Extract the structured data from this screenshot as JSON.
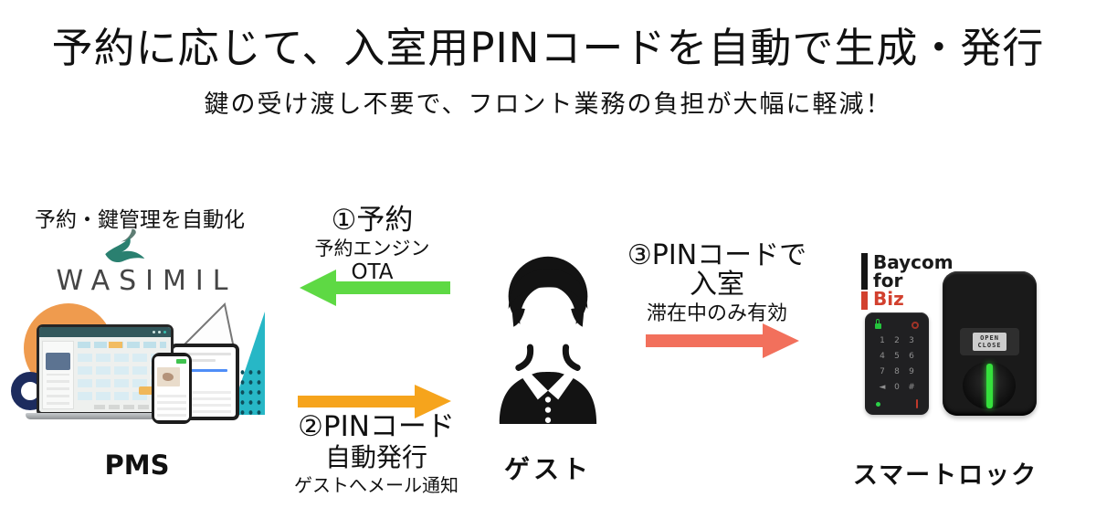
{
  "header": {
    "title": "予約に応じて、入室用PINコードを自動で生成・発行",
    "subtitle": "鍵の受け渡し不要で、フロント業務の負担が大幅に軽減！"
  },
  "pms": {
    "tagline": "予約・鍵管理を自動化",
    "brand": "WASIMIL",
    "label": "PMS"
  },
  "guest": {
    "label": "ゲスト"
  },
  "smartlock": {
    "label": "スマートロック",
    "logo": {
      "line1": "Baycom",
      "line2": "for",
      "line3": "Biz",
      "accent_color": "#d2402e"
    },
    "display": {
      "line1": "OPEN",
      "line2": "CLOSE"
    },
    "keypad": {
      "rows": [
        [
          "1",
          "2",
          "3"
        ],
        [
          "4",
          "5",
          "6"
        ],
        [
          "7",
          "8",
          "9"
        ],
        [
          "◄",
          "0",
          "#"
        ]
      ]
    }
  },
  "steps": {
    "step1": {
      "title": "①予約",
      "line2": "予約エンジン",
      "line3": "OTA",
      "arrow_color": "#5ed944"
    },
    "step2": {
      "title": "②PINコード",
      "line2": "自動発行",
      "line3": "ゲストへメール通知",
      "arrow_color": "#f6a41c"
    },
    "step3": {
      "title": "③PINコードで",
      "line2": "入室",
      "line3": "滞在中のみ有効",
      "arrow_color": "#f2705c"
    }
  }
}
